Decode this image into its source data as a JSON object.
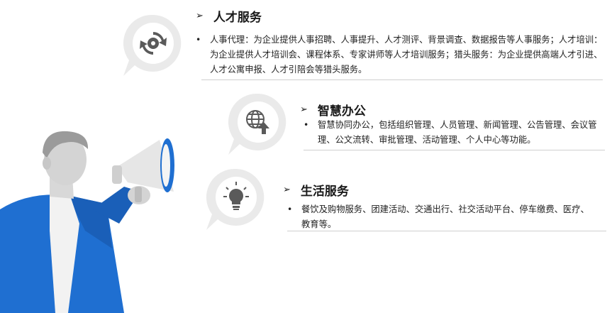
{
  "sections": [
    {
      "title": "人才服务",
      "bullet": "•",
      "text": "人事代理：为企业提供人事招聘、人事提升、人才测评、背景调查、数据报告等人事服务；人才培训：为企业提供人才培训会、课程体系、专家讲师等人才培训服务；猎头服务：为企业提供高端人才引进、人才公寓申报、人才引陪会等猎头服务。",
      "icon": "gear-refresh-icon"
    },
    {
      "title": "智慧办公",
      "bullet": "•",
      "text": "智慧协同办公，包括组织管理、人员管理、新闻管理、公告管理、会议管理、公文流转、审批管理、活动管理、个人中心等功能。",
      "icon": "globe-upload-icon"
    },
    {
      "title": "生活服务",
      "bullet": "•",
      "text": "餐饮及购物服务、团建活动、交通出行、社交活动平台、停车缴费、医疗、教育等。",
      "icon": "lightbulb-icon"
    }
  ],
  "arrow_glyph": "➢",
  "colors": {
    "accent_blue": "#1f6fd1",
    "icon_gray": "#5a5a5a",
    "bubble_gray": "#e9e9e9"
  }
}
